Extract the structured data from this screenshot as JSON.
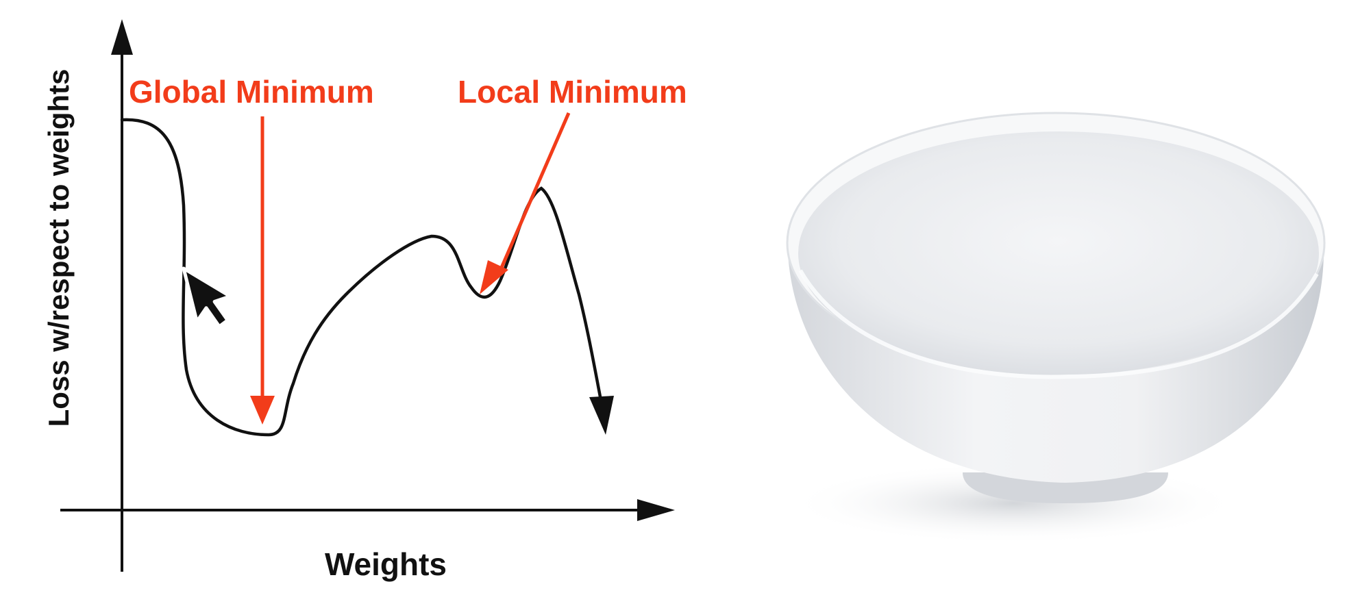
{
  "diagram": {
    "y_axis_label": "Loss w/respect to weights",
    "x_axis_label": "Weights",
    "annotations": {
      "global_minimum": "Global Minimum",
      "local_minimum": "Local Minimum"
    }
  },
  "colors": {
    "curve": "#111111",
    "annotation": "#f23c1a",
    "bowl": "#e8eaec"
  },
  "icons": {
    "cursor": "mouse-pointer-icon",
    "bowl": "bowl-icon"
  }
}
